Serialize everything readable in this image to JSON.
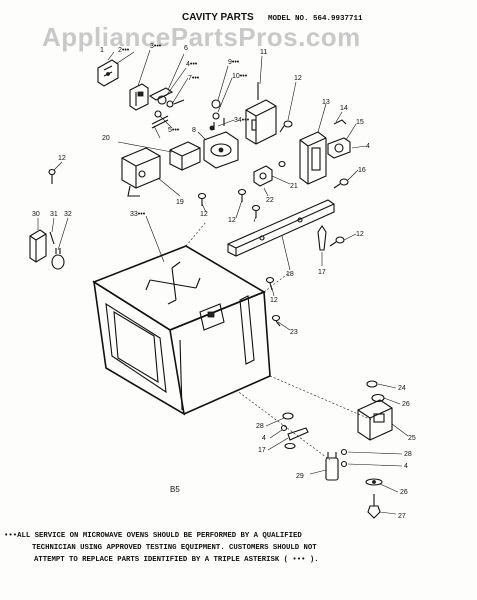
{
  "watermark": "AppliancePartsPros.com",
  "header": {
    "title": "CAVITY PARTS",
    "model": "MODEL NO. 564.9937711"
  },
  "callouts": {
    "c1": "1",
    "c2": "2•••",
    "c3": "3•••",
    "c4": "4•••",
    "c5": "5•••",
    "c6": "6",
    "c7": "7•••",
    "c8": "8",
    "c9": "9•••",
    "c10": "10•••",
    "c11": "11",
    "c12a": "12",
    "c12b": "12",
    "c12c": "12",
    "c12d": "12",
    "c12e": "12",
    "c12f": "12",
    "c12g": "12",
    "c13": "13",
    "c14": "14",
    "c15": "15",
    "c4b": "4",
    "c16": "16",
    "c17": "17",
    "c18": "18",
    "c19": "19",
    "c20": "20",
    "c21": "21",
    "c22": "22",
    "c23": "23",
    "c30": "30",
    "c31": "31",
    "c32": "32",
    "c33": "33•••",
    "c24": "24",
    "c26a": "26",
    "c25": "25",
    "c28": "28",
    "c4c": "4",
    "c17b": "17",
    "c28b": "28",
    "c4d": "4",
    "c29": "29",
    "c26b": "26",
    "c27": "27",
    "c34": "34•••"
  },
  "sheet_code": "B5",
  "footnote": {
    "line1": "•••ALL SERVICE ON MICROWAVE OVENS SHOULD BE PERFORMED BY A QUALIFIED",
    "line2": "TECHNICIAN USING APPROVED TESTING EQUIPMENT. CUSTOMERS SHOULD NOT",
    "line3": "ATTEMPT TO REPLACE PARTS IDENTIFIED BY A TRIPLE ASTERISK (  •••  )."
  }
}
